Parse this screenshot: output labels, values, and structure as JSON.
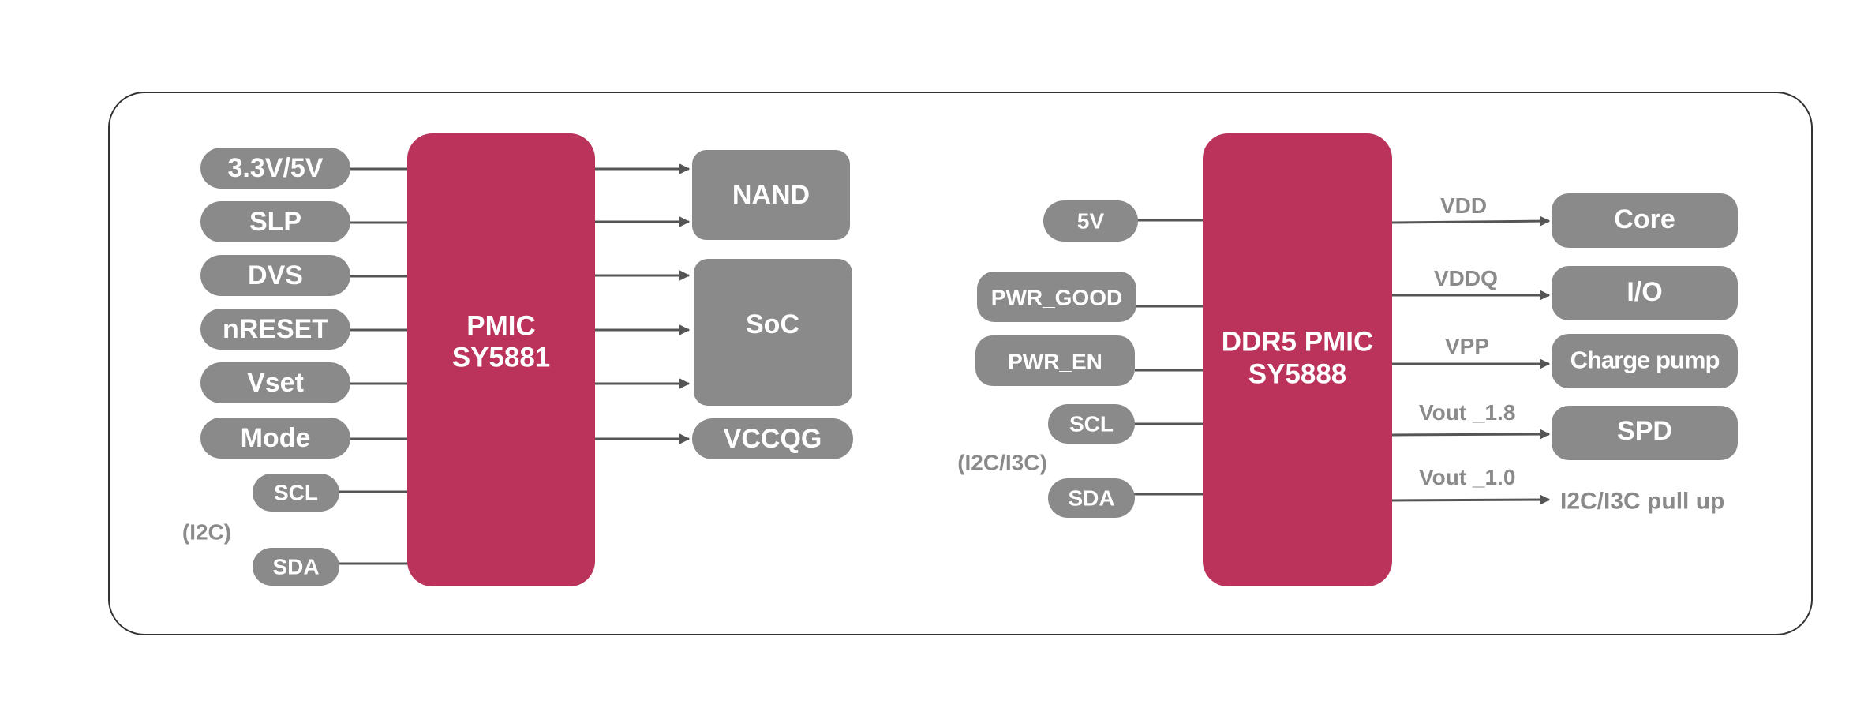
{
  "colors": {
    "chip": "#bb325a",
    "pill": "#8a8a8a",
    "line": "#555555",
    "frame": "#333333",
    "label": "#8a8a8a"
  },
  "left": {
    "chip": {
      "line1": "PMIC",
      "line2": "SY5881"
    },
    "inputs": [
      "3.3V/5V",
      "SLP",
      "DVS",
      "nRESET",
      "Vset",
      "Mode",
      "SCL",
      "SDA"
    ],
    "bus_label": "(I2C)",
    "outputs": [
      "NAND",
      "SoC",
      "VCCQG"
    ]
  },
  "right": {
    "chip": {
      "line1": "DDR5 PMIC",
      "line2": "SY5888"
    },
    "inputs": [
      "5V",
      "PWR_GOOD",
      "PWR_EN",
      "SCL",
      "SDA"
    ],
    "bus_label": "(I2C/I3C)",
    "rails": [
      "VDD",
      "VDDQ",
      "VPP",
      "Vout _1.8",
      "Vout _1.0"
    ],
    "outputs": [
      "Core",
      "I/O",
      "Charge pump",
      "SPD"
    ],
    "pullup_label": "I2C/I3C pull up"
  }
}
